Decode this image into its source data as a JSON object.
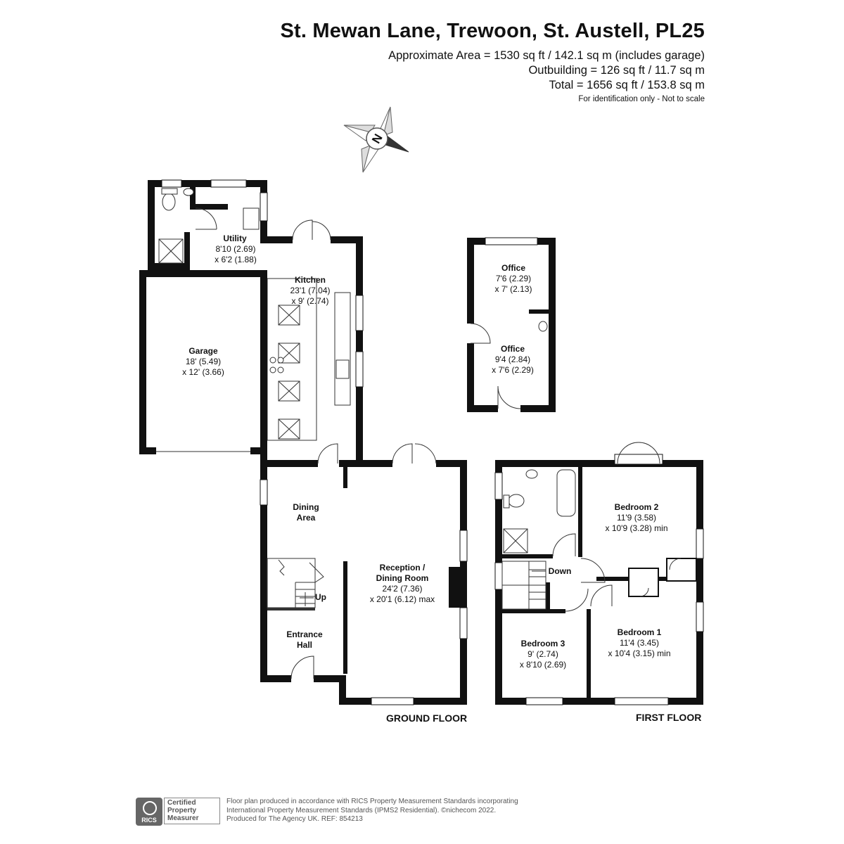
{
  "header": {
    "title": "St. Mewan Lane, Trewoon, St. Austell, PL25",
    "approx_area": "Approximate Area = 1530 sq ft / 142.1 sq m (includes garage)",
    "outbuilding": "Outbuilding = 126 sq ft / 11.7 sq m",
    "total": "Total = 1656 sq ft / 153.8 sq m",
    "disclaimer": "For identification only - Not to scale"
  },
  "compass": {
    "letter": "N",
    "icon": "north-arrow-icon"
  },
  "ground_floor": {
    "label": "GROUND FLOOR",
    "rooms": {
      "utility": {
        "name": "Utility",
        "dim1": "8'10 (2.69)",
        "dim2": "x 6'2 (1.88)"
      },
      "kitchen": {
        "name": "Kitchen",
        "dim1": "23'1 (7.04)",
        "dim2": "x 9' (2.74)"
      },
      "garage": {
        "name": "Garage",
        "dim1": "18' (5.49)",
        "dim2": "x 12' (3.66)"
      },
      "dining": {
        "name1": "Dining",
        "name2": "Area"
      },
      "reception": {
        "name1": "Reception /",
        "name2": "Dining Room",
        "dim1": "24'2 (7.36)",
        "dim2": "x 20'1 (6.12) max"
      },
      "entrance": {
        "name1": "Entrance",
        "name2": "Hall"
      },
      "stairs_up": "Up"
    }
  },
  "outbuilding": {
    "office1": {
      "name": "Office",
      "dim1": "7'6 (2.29)",
      "dim2": "x 7' (2.13)"
    },
    "office2": {
      "name": "Office",
      "dim1": "9'4 (2.84)",
      "dim2": "x 7'6 (2.29)"
    }
  },
  "first_floor": {
    "label": "FIRST FLOOR",
    "rooms": {
      "bedroom2": {
        "name": "Bedroom 2",
        "dim1": "11'9 (3.58)",
        "dim2": "x 10'9 (3.28) min"
      },
      "bedroom1": {
        "name": "Bedroom 1",
        "dim1": "11'4 (3.45)",
        "dim2": "x 10'4 (3.15) min"
      },
      "bedroom3": {
        "name": "Bedroom 3",
        "dim1": "9' (2.74)",
        "dim2": "x 8'10 (2.69)"
      },
      "stairs_down": "Down"
    }
  },
  "footer": {
    "line1": "Floor plan produced in accordance with RICS Property Measurement Standards incorporating",
    "line2": "International Property Measurement Standards (IPMS2 Residential).  ©nichecom 2022.",
    "line3": "Produced for The Agency UK.   REF:  854213",
    "rics_logo_text": "RICS",
    "badge_line1": "Certified",
    "badge_line2": "Property",
    "badge_line3": "Measurer"
  }
}
